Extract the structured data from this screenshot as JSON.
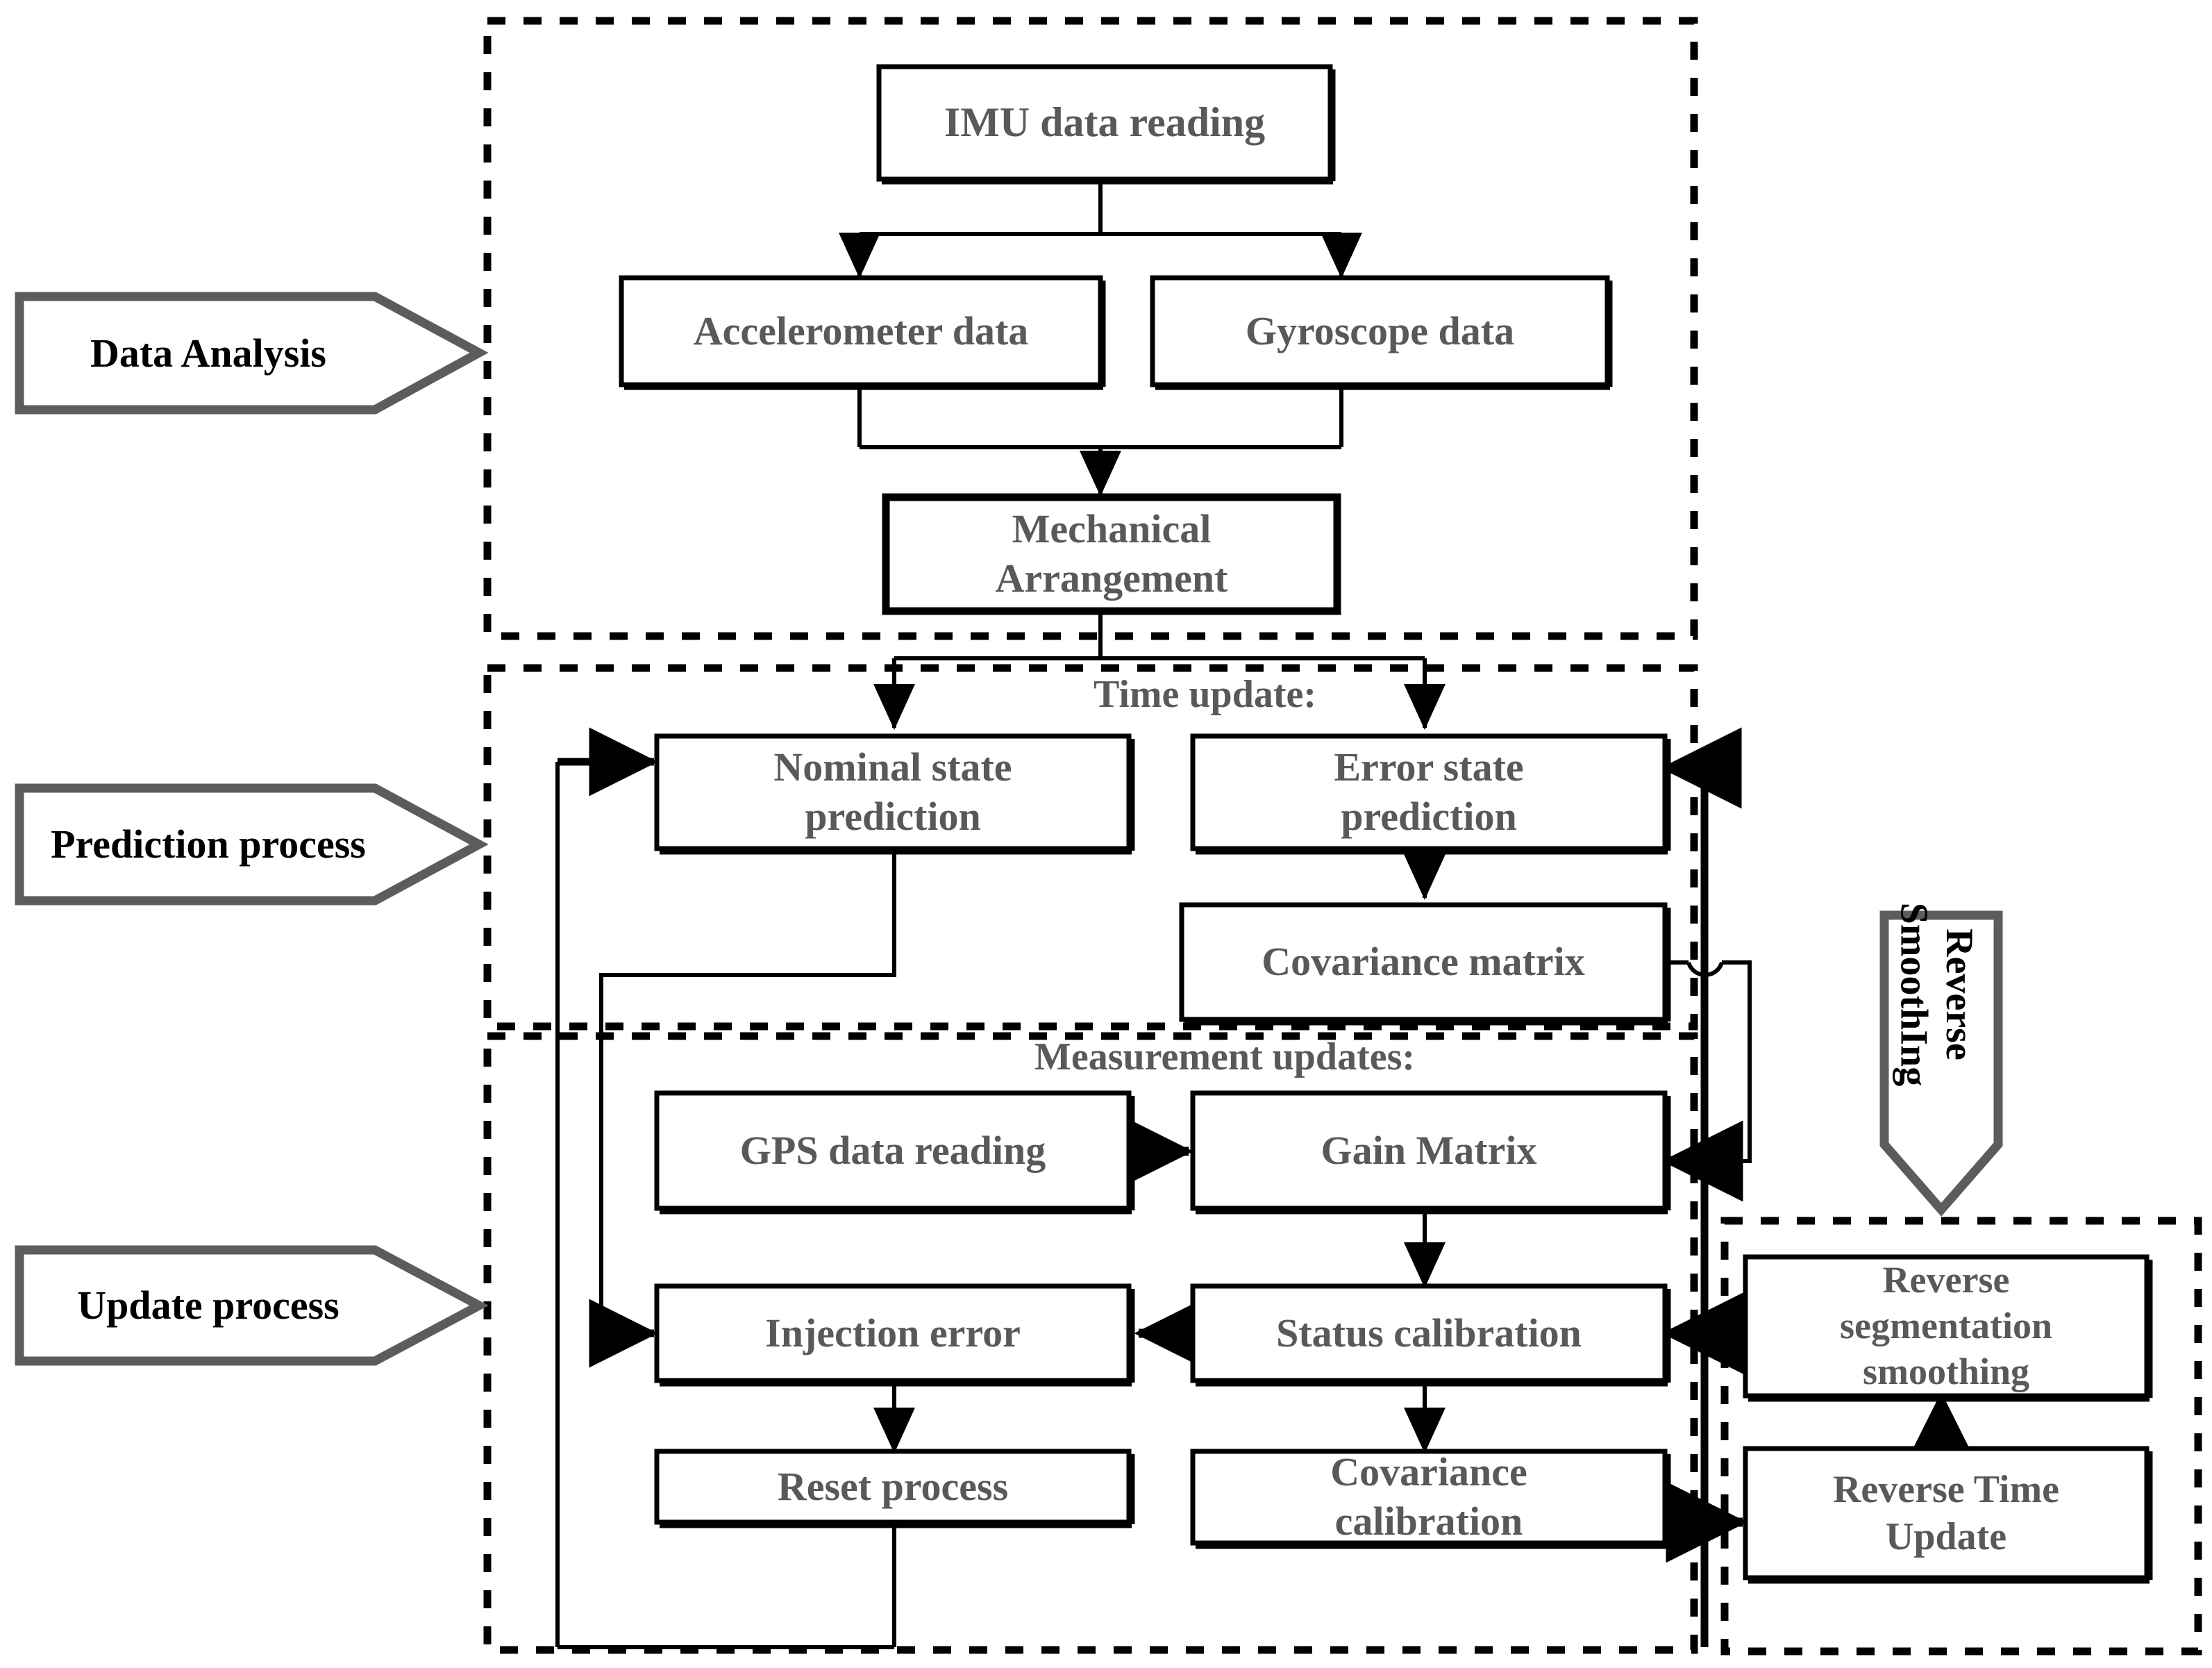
{
  "figure": {
    "type": "flowchart",
    "title": "ESKF navigation algorithm flow with reverse smoothing",
    "colors": {
      "box_border": "#000000",
      "box_fill": "#ffffff",
      "box_text": "#595959",
      "banner_border": "#595959",
      "banner_text": "#000000",
      "section_border": "#000000",
      "connector": "#000000",
      "background": "#ffffff"
    }
  },
  "sections": [
    {
      "id": "data-analysis",
      "banner": "Data Analysis"
    },
    {
      "id": "prediction-process",
      "banner": "Prediction process",
      "inner_label": "Time update:"
    },
    {
      "id": "update-process",
      "banner": "Update process",
      "inner_label": "Measurement updates:"
    },
    {
      "id": "reverse-smoothing",
      "banner": "Reverse\nSmoothIng",
      "banner_line1": "Reverse",
      "banner_line2": "SmoothIng"
    }
  ],
  "nodes": {
    "imu_data_reading": "IMU data reading",
    "accelerometer_data": "Accelerometer data",
    "gyroscope_data": "Gyroscope data",
    "mechanical_arrangement_l1": "Mechanical",
    "mechanical_arrangement_l2": "Arrangement",
    "nominal_state_prediction_l1": "Nominal state",
    "nominal_state_prediction_l2": "prediction",
    "error_state_prediction_l1": "Error state",
    "error_state_prediction_l2": "prediction",
    "covariance_matrix": "Covariance matrix",
    "gps_data_reading": "GPS data reading",
    "gain_matrix": "Gain Matrix",
    "injection_error": "Injection error",
    "status_calibration": "Status calibration",
    "reset_process": "Reset process",
    "covariance_calibration_l1": "Covariance",
    "covariance_calibration_l2": "calibration",
    "reverse_segmentation_smoothing_l1": "Reverse",
    "reverse_segmentation_smoothing_l2": "segmentation",
    "reverse_segmentation_smoothing_l3": "smoothing",
    "reverse_time_update_l1": "Reverse Time",
    "reverse_time_update_l2": "Update"
  },
  "labels": {
    "time_update": "Time update:",
    "measurement_updates": "Measurement updates:",
    "data_analysis": "Data Analysis",
    "prediction_process": "Prediction process",
    "update_process": "Update process",
    "reverse_line1": "Reverse",
    "reverse_line2": "SmoothIng"
  },
  "edges": [
    {
      "from": "imu_data_reading",
      "to": "accelerometer_data",
      "style": "split-down-arrow"
    },
    {
      "from": "imu_data_reading",
      "to": "gyroscope_data",
      "style": "split-down-arrow"
    },
    {
      "from": "accelerometer_data",
      "to": "mechanical_arrangement",
      "style": "merge-down-arrow"
    },
    {
      "from": "gyroscope_data",
      "to": "mechanical_arrangement",
      "style": "merge-down-arrow"
    },
    {
      "from": "mechanical_arrangement",
      "to": "nominal_state_prediction",
      "style": "split-down-arrow"
    },
    {
      "from": "mechanical_arrangement",
      "to": "error_state_prediction",
      "style": "split-down-arrow"
    },
    {
      "from": "error_state_prediction",
      "to": "covariance_matrix",
      "style": "down-arrow"
    },
    {
      "from": "nominal_state_prediction",
      "to": "injection_error",
      "style": "loop-left"
    },
    {
      "from": "gps_data_reading",
      "to": "gain_matrix",
      "style": "right-arrow"
    },
    {
      "from": "gain_matrix",
      "to": "status_calibration",
      "style": "down-arrow"
    },
    {
      "from": "status_calibration",
      "to": "injection_error",
      "style": "left-arrow"
    },
    {
      "from": "injection_error",
      "to": "reset_process",
      "style": "down-arrow"
    },
    {
      "from": "status_calibration",
      "to": "covariance_calibration",
      "style": "down-arrow"
    },
    {
      "from": "covariance_matrix",
      "to": "gain_matrix",
      "style": "right-loop-back"
    },
    {
      "from": "covariance_calibration",
      "to": "reverse_time_update",
      "style": "right-arrow"
    },
    {
      "from": "reverse_time_update",
      "to": "reverse_segmentation_smoothing",
      "style": "up-arrow"
    },
    {
      "from": "reverse_segmentation_smoothing",
      "to": "status_calibration",
      "style": "left-arrow"
    },
    {
      "from": "reset_process",
      "to": "error_state_prediction",
      "style": "bottom-right-loop"
    }
  ]
}
